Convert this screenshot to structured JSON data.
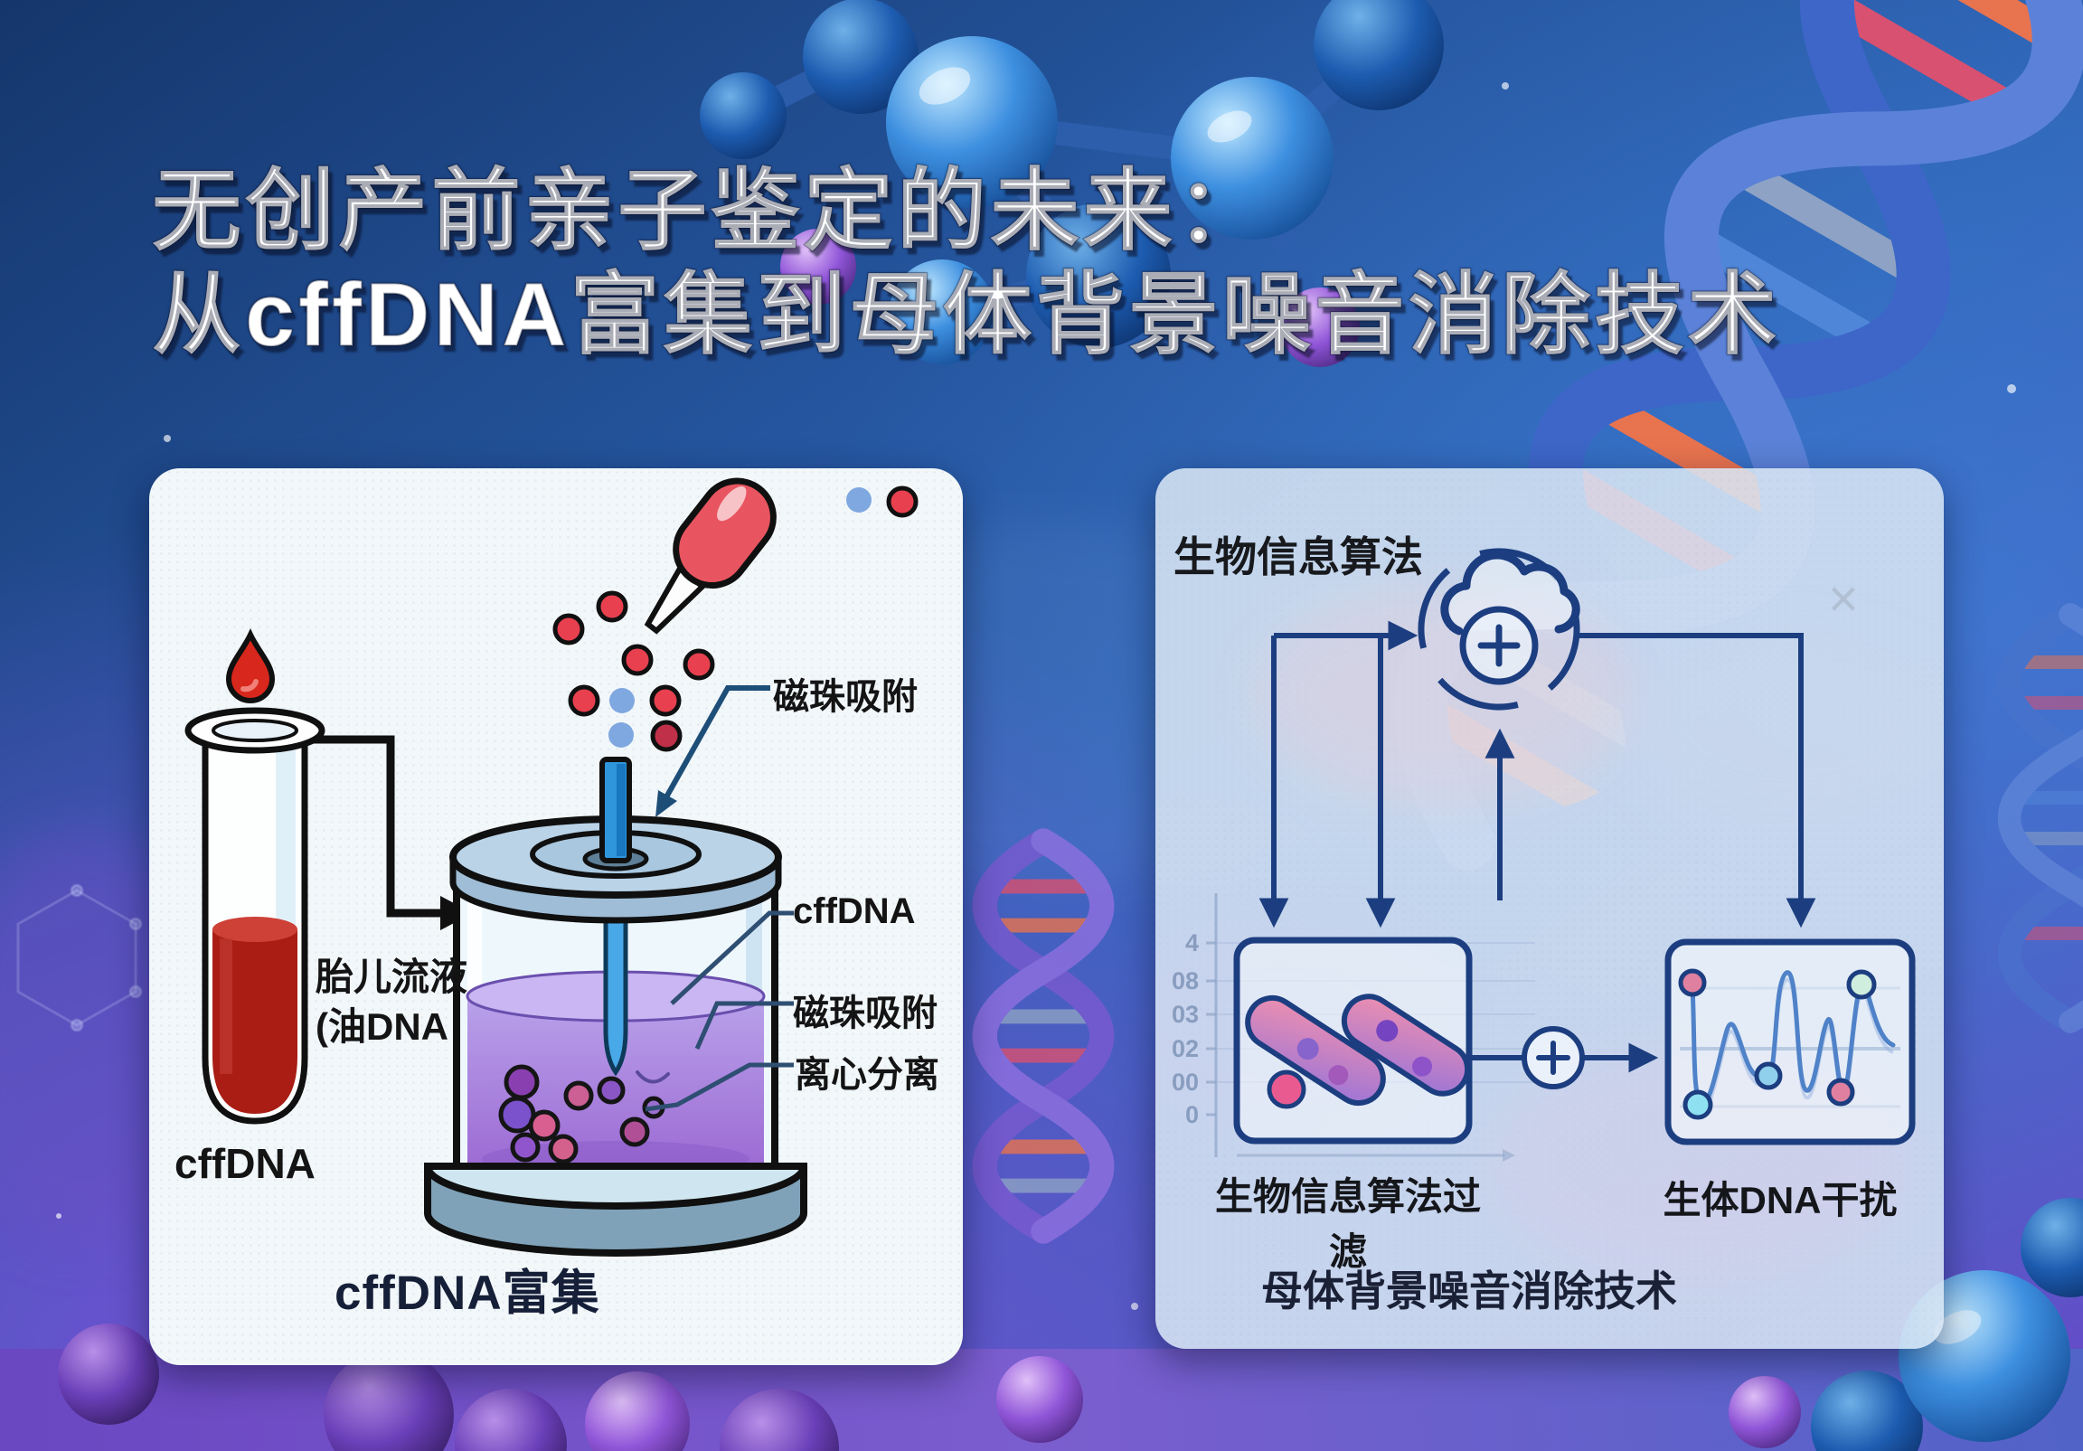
{
  "title": {
    "line1": "无创产前亲子鉴定的未来：",
    "line2": "从cffDNA富集到母体背景噪音消除技术"
  },
  "left_card": {
    "tube_label": "cffDNA",
    "tube_annotation_line1": "胎儿流液",
    "tube_annotation_line2": "(油DNA",
    "dropper_annotation": "磁珠吸附",
    "side_annotations": [
      "cffDNA",
      "磁珠吸附",
      "离心分离"
    ],
    "caption": "cffDNA富集"
  },
  "right_card": {
    "top_label": "生物信息算法",
    "axis_ticks": [
      "4",
      "08",
      "03",
      "02",
      "00",
      "0"
    ],
    "left_box_caption": "生物信息算法过滤",
    "right_box_caption": "生体DNA干扰",
    "caption": "母体背景噪音消除技术",
    "close_symbol": "×",
    "icons": {
      "center": "cloud-plus-icon",
      "ring": "dashed-cycle-ring-icon",
      "merge": "circled-plus-icon"
    }
  },
  "colors": {
    "flow_navy": "#1c3e80",
    "card_white": "#f2f7fa",
    "card_translucent": "rgba(215,229,243,0.88)",
    "liquid_purple": "#9d6fd6",
    "blood_red": "#a91d14",
    "rod_blue": "#2f96dc",
    "bead_red": "#e8404f",
    "bead_blue": "#7fa8e0",
    "background_blue": "#2b5aa6",
    "background_purple": "#6f49c8"
  }
}
